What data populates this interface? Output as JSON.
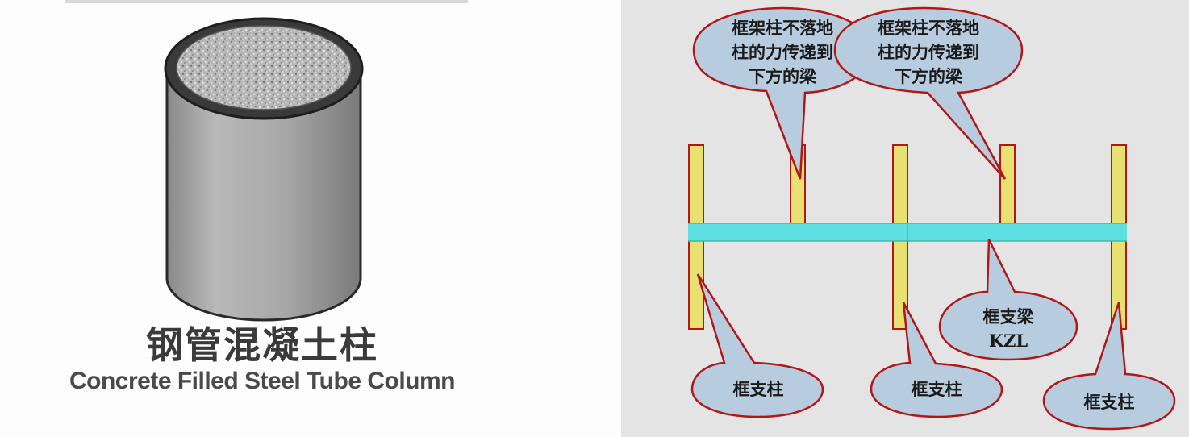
{
  "left": {
    "title_zh": "钢管混凝土柱",
    "title_en": "Concrete Filled Steel Tube Column"
  },
  "right": {
    "callouts": {
      "top_left": [
        "框架柱不落地",
        "柱的力传递到",
        "下方的梁"
      ],
      "top_right": [
        "框架柱不落地",
        "柱的力传递到",
        "下方的梁"
      ],
      "beam": [
        "框支梁",
        "KZL"
      ],
      "col_1": "框支柱",
      "col_2": "框支柱",
      "col_3": "框支柱"
    },
    "colors": {
      "background": "#e4e4e4",
      "column_fill": "#e8e070",
      "column_stroke": "#b01818",
      "beam_fill": "#5ee0e0",
      "callout_fill": "#b8cce0",
      "callout_stroke": "#b01818"
    }
  }
}
